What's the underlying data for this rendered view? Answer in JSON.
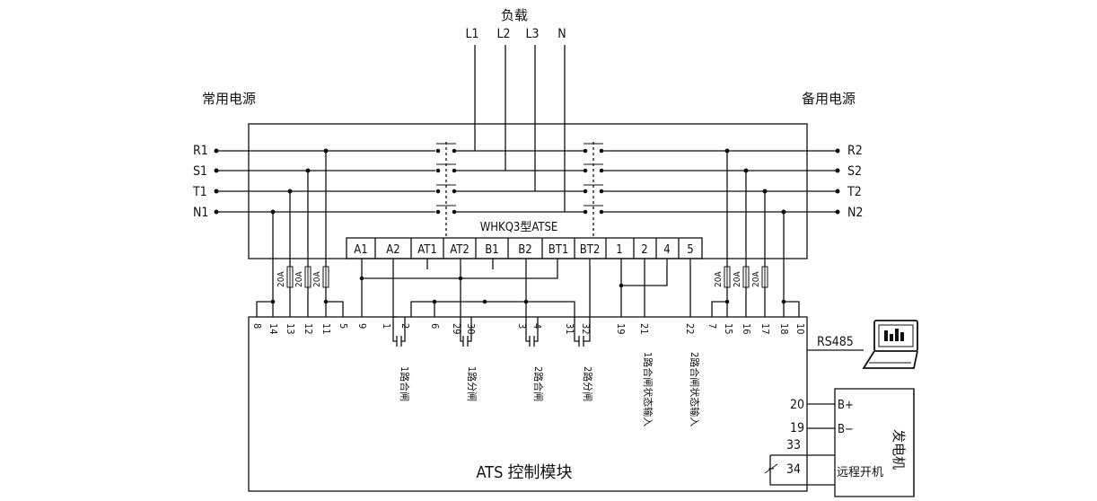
{
  "load": {
    "title": "负载",
    "lines": [
      "L1",
      "L2",
      "L3",
      "N"
    ]
  },
  "main_source": {
    "title": "常用电源",
    "phases": [
      "R1",
      "S1",
      "T1",
      "N1"
    ]
  },
  "backup_source": {
    "title": "备用电源",
    "phases": [
      "R2",
      "S2",
      "T2",
      "N2"
    ]
  },
  "atse": {
    "model": "WHKQ3型ATSE",
    "terminals": [
      "A1",
      "A2",
      "AT1",
      "AT2",
      "B1",
      "B2",
      "BT1",
      "BT2",
      "1",
      "2",
      "4",
      "5"
    ]
  },
  "fuses": {
    "label": "20A"
  },
  "controller": {
    "title": "ATS 控制模块",
    "pins_left": [
      "8",
      "14",
      "13",
      "12",
      "11",
      "5",
      "9",
      "1",
      "2",
      "6",
      "29",
      "30",
      "3",
      "4",
      "31",
      "32",
      "19",
      "21",
      "22"
    ],
    "pins_right": [
      "7",
      "15",
      "16",
      "17",
      "18",
      "10"
    ],
    "outputs": [
      "1路合闸",
      "1路分闸",
      "2路合闸",
      "2路分闸",
      "1路合闸状态输入",
      "2路合闸状态输入"
    ]
  },
  "comm": {
    "label": "RS485"
  },
  "generator": {
    "title": "发电机",
    "terminals": [
      {
        "pin": "20",
        "label": "B+"
      },
      {
        "pin": "19",
        "label": "B−"
      },
      {
        "pin": "33",
        "label": ""
      },
      {
        "pin": "34",
        "label": "远程开机"
      }
    ]
  }
}
